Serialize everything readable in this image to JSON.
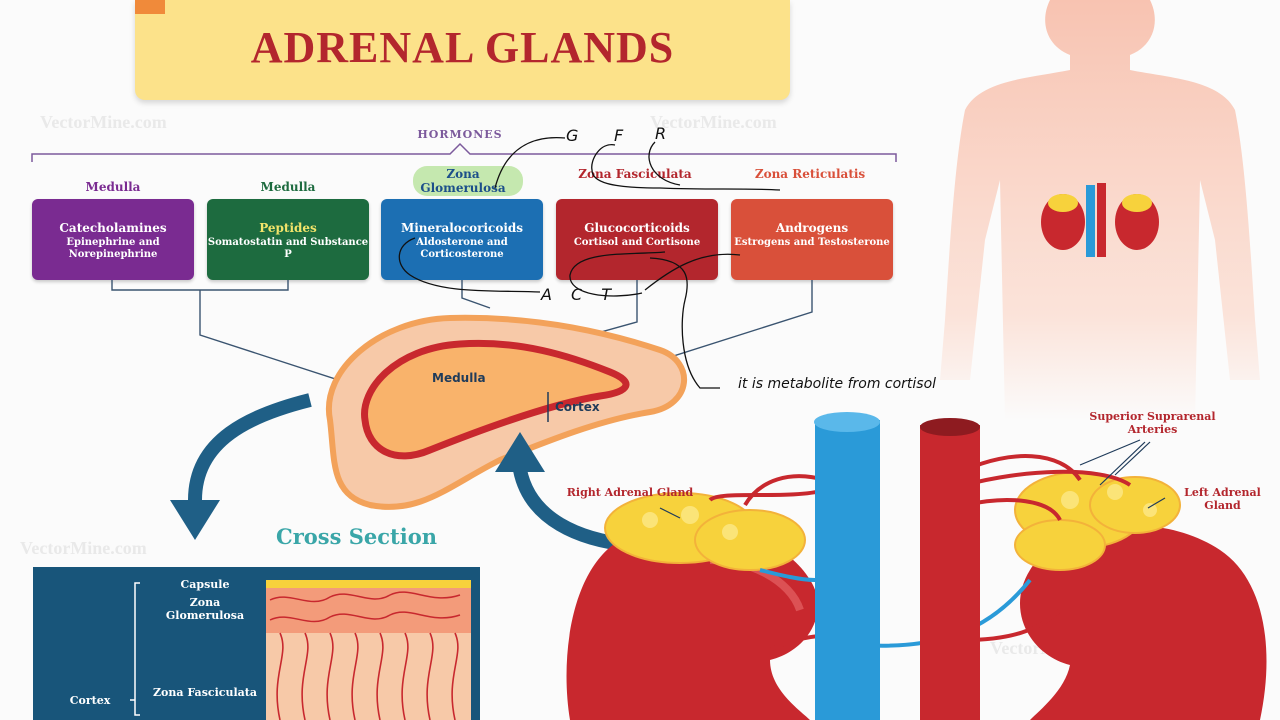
{
  "title": "ADRENAL GLANDS",
  "hormones_label": "HORMONES",
  "cards": [
    {
      "header": "Medulla",
      "title": "Catecholamines",
      "subtitle": "Epinephrine and Norepinephrine",
      "color": "#7a2b91"
    },
    {
      "header": "Medulla",
      "title": "Peptides",
      "subtitle": "Somatostatin and Substance P",
      "color": "#1d6b3f"
    },
    {
      "header": "Zona Glomerulosa",
      "title": "Mineralocoricoids",
      "subtitle": "Aldosterone and Corticosterone",
      "color": "#1c6fb3"
    },
    {
      "header": "Zona Fasciculata",
      "title": "Glucocorticoids",
      "subtitle": "Cortisol and Cortisone",
      "color": "#b3262d"
    },
    {
      "header": "Zona Reticulatis",
      "title": "Androgens",
      "subtitle": "Estrogens and Testosterone",
      "color": "#d9503a"
    }
  ],
  "cross_section": {
    "medulla": "Medulla",
    "cortex": "Cortex",
    "title": "Cross Section"
  },
  "panel": {
    "capsule": "Capsule",
    "zona_glomerulosa": "Zona Glomerulosa",
    "cortex": "Cortex",
    "zona_fasciculata": "Zona Fasciculata"
  },
  "kidney_labels": {
    "right_adrenal": "Right Adrenal Gland",
    "left_adrenal": "Left Adrenal Gland",
    "arteries": "Superior Suprarenal Arteries"
  },
  "annotations": {
    "g": "G",
    "f": "F",
    "r": "R",
    "act": "A C T",
    "note": "it is metabolite from cortisol"
  },
  "watermark": "VectorMine.com",
  "colors": {
    "title": "#b3262d",
    "banner": "#fce28a",
    "teal": "#3aa6a8",
    "skin": "#fbd3c3"
  }
}
